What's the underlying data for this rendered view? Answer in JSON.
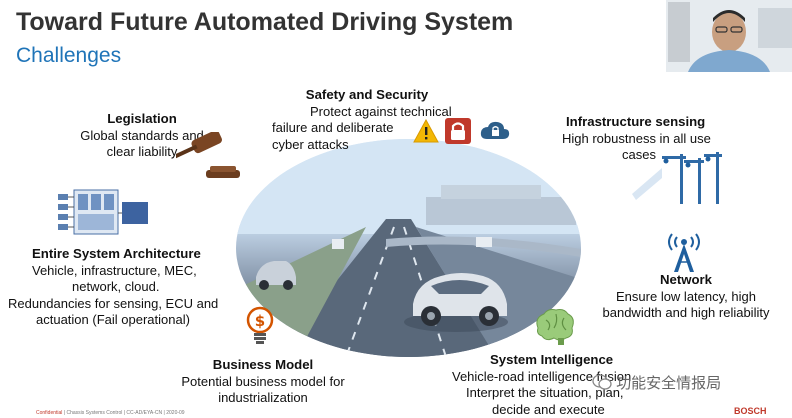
{
  "slide": {
    "title": "Toward Future Automated Driving System",
    "subtitle": "Challenges"
  },
  "blocks": {
    "legislation": {
      "heading": "Legislation",
      "lines": [
        "Global standards and",
        "clear liability"
      ]
    },
    "safety": {
      "heading": "Safety and Security",
      "lines": [
        "Protect against technical",
        "failure and deliberate",
        "cyber attacks"
      ]
    },
    "infrastructure": {
      "heading": "Infrastructure sensing",
      "lines": [
        "High robustness in all use",
        "cases"
      ]
    },
    "architecture": {
      "heading": "Entire System Architecture",
      "lines": [
        "Vehicle, infrastructure, MEC,",
        "network, cloud.",
        "Redundancies for sensing, ECU and",
        "actuation (Fail operational)"
      ]
    },
    "network": {
      "heading": "Network",
      "lines": [
        "Ensure low latency, high",
        "bandwidth and high reliability"
      ]
    },
    "business": {
      "heading": "Business Model",
      "lines": [
        "Potential business model for",
        "industrialization"
      ]
    },
    "intelligence": {
      "heading": "System Intelligence",
      "lines": [
        "Vehicle-road intelligence fusion",
        "Interpret the situation, plan,",
        "decide and execute"
      ]
    }
  },
  "footer": {
    "confidential": "Confidential",
    "text": " | Chassis Systems Control | CC-AD/EYA-CN | 2020-09",
    "brand": "BOSCH"
  },
  "watermark": "功能安全情报局",
  "colors": {
    "title": "#333333",
    "subtitle": "#1f74b8",
    "warning": "#f2b705",
    "lock": "#c0392b",
    "cloud": "#2e5f8a",
    "tower": "#1f5f9e",
    "money": "#d35400"
  }
}
